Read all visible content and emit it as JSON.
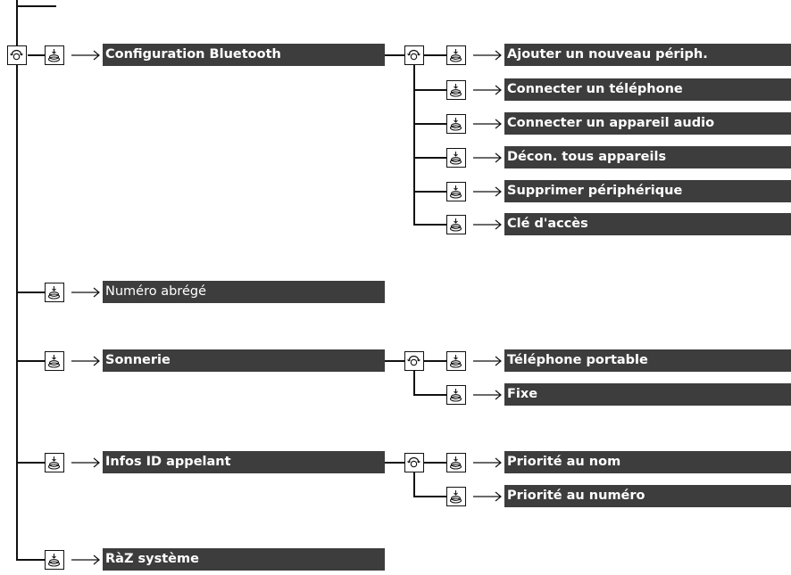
{
  "menu": {
    "root_items": [
      {
        "label": "Configuration Bluetooth"
      },
      {
        "label": "Numéro abrégé"
      },
      {
        "label": "Sonnerie"
      },
      {
        "label": "Infos ID appelant"
      },
      {
        "label": "RàZ système"
      }
    ],
    "bluetooth_sub": [
      {
        "label": "Ajouter un nouveau périph."
      },
      {
        "label": "Connecter un téléphone"
      },
      {
        "label": "Connecter un appareil audio"
      },
      {
        "label": "Décon. tous appareils"
      },
      {
        "label": "Supprimer périphérique"
      },
      {
        "label": "Clé d'accès"
      }
    ],
    "sonnerie_sub": [
      {
        "label": "Téléphone portable"
      },
      {
        "label": "Fixe"
      }
    ],
    "callerid_sub": [
      {
        "label": "Priorité au nom"
      },
      {
        "label": "Priorité au numéro"
      }
    ]
  },
  "icons": {
    "rotate": "rotate-knob-icon",
    "press": "press-knob-icon"
  },
  "colors": {
    "box_bg": "#3d3d3d",
    "box_text": "#ffffff",
    "line": "#111111"
  }
}
